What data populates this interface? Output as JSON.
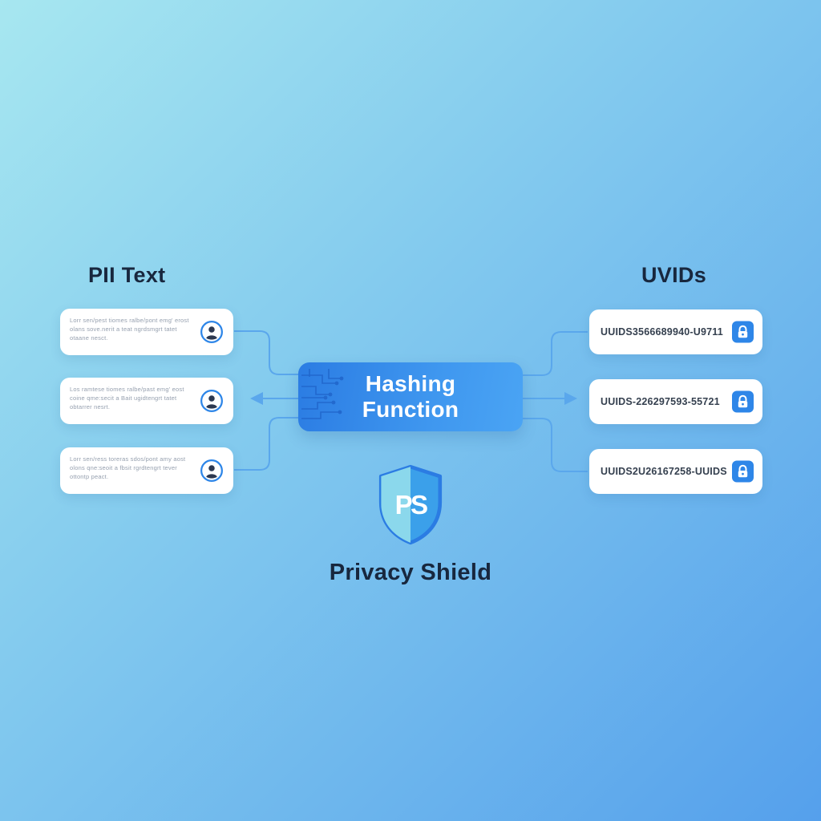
{
  "headings": {
    "left": "PII Text",
    "right": "UVIDs"
  },
  "hash_box": {
    "line1": "Hashing",
    "line2": "Function"
  },
  "shield": {
    "monogram": "PS",
    "label": "Privacy Shield"
  },
  "left_cards": [
    {
      "lines": [
        "Lorr sen/pest tiomes ralbe/pont emg' erost",
        "olans sove.nerit a teat ngrdsmgrt tatet",
        "otaane nesct."
      ]
    },
    {
      "lines": [
        "Los ramtese tiomes ralbe/past emg' eost",
        "coine qme:secit a Bait ugidtengrt tatet",
        "obtarrer nesrt."
      ]
    },
    {
      "lines": [
        "Lorr sen/ress toreras sdos/pont amy aost",
        "olons qne:seoit a fbsit rgrdtengrt tever",
        "ottontp peact."
      ]
    }
  ],
  "right_cards": [
    {
      "id": "UUIDS3566689940-U9711"
    },
    {
      "id": "UUIDS-226297593-55721"
    },
    {
      "id": "UUIDS2U26167258-UUIDS"
    }
  ],
  "colors": {
    "accent_blue": "#2e86e8",
    "connector": "#5aa7ec",
    "background_top": "#a7e7f0",
    "background_bottom": "#55a0ec",
    "heading_text": "#18273e",
    "card_text": "#96a0af",
    "uuid_text": "#35404f"
  }
}
